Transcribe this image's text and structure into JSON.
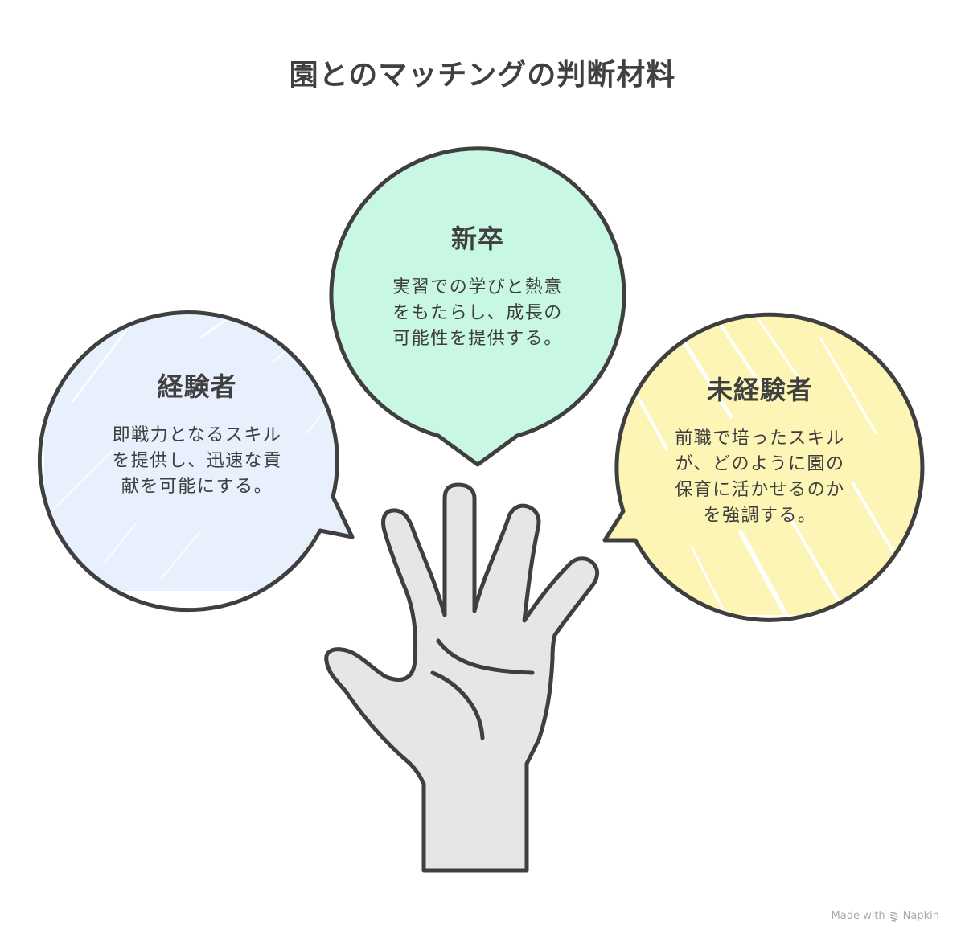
{
  "title": "園とのマッチングの判断材料",
  "colors": {
    "outline": "#3f3f3f",
    "text": "#404040",
    "green_fill": "#c8f7e4",
    "blue_fill": "#e8f0fd",
    "yellow_fill": "#fdf5b5",
    "hand_fill": "#e6e6e6",
    "footer_text": "#a9a9a9"
  },
  "bubbles": [
    {
      "id": "new-graduate",
      "heading": "新卒",
      "body_lines": [
        "実習での学びと熱意",
        "をもたらし、成長の",
        "可能性を提供する。"
      ],
      "fill": "#c8f7e4",
      "tail_direction": "down"
    },
    {
      "id": "experienced",
      "heading": "経験者",
      "body_lines": [
        "即戦力となるスキル",
        "を提供し、迅速な貢",
        "献を可能にする。"
      ],
      "fill": "#e8f0fd",
      "tail_direction": "right"
    },
    {
      "id": "inexperienced",
      "heading": "未経験者",
      "body_lines": [
        "前職で培ったスキル",
        "が、どのように園の",
        "保育に活かせるのか",
        "を強調する。"
      ],
      "fill": "#fdf5b5",
      "tail_direction": "left"
    }
  ],
  "center_icon": "open-hand-icon",
  "footer": {
    "made_with": "Made with",
    "brand": "Napkin",
    "brand_icon": "napkin-logo-icon"
  }
}
